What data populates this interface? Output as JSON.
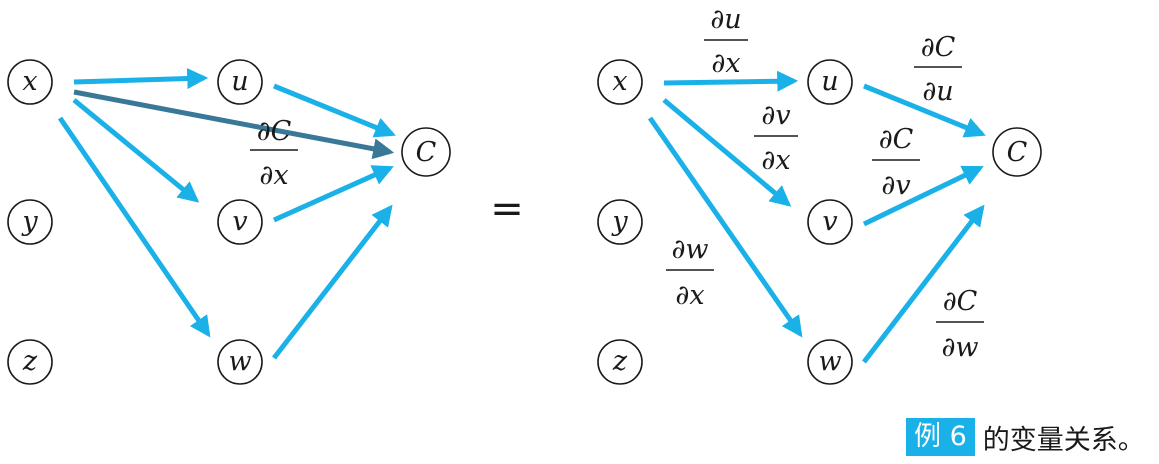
{
  "colors": {
    "arrow": "#1ab0e8",
    "highlight_arrow": "#3a7898",
    "tag_bg": "#1ab0e8",
    "stroke": "#1a1a1a"
  },
  "left": {
    "nodes": {
      "x": "x",
      "y": "y",
      "z": "z",
      "u": "u",
      "v": "v",
      "w": "w",
      "C": "C"
    },
    "direct_label": {
      "num": "∂C",
      "den": "∂x"
    }
  },
  "equals": "=",
  "right": {
    "nodes": {
      "x": "x",
      "y": "y",
      "z": "z",
      "u": "u",
      "v": "v",
      "w": "w",
      "C": "C"
    },
    "labels": {
      "du_dx": {
        "num": "∂u",
        "den": "∂x"
      },
      "dv_dx": {
        "num": "∂v",
        "den": "∂x"
      },
      "dw_dx": {
        "num": "∂w",
        "den": "∂x"
      },
      "dC_du": {
        "num": "∂C",
        "den": "∂u"
      },
      "dC_dv": {
        "num": "∂C",
        "den": "∂v"
      },
      "dC_dw": {
        "num": "∂C",
        "den": "∂w"
      }
    }
  },
  "caption": {
    "tag": "例 6",
    "text": "的变量关系。"
  }
}
